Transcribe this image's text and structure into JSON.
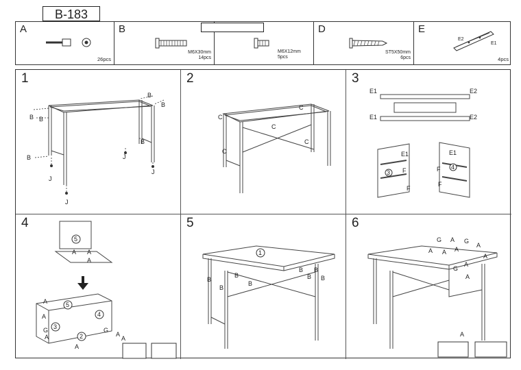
{
  "model": "B-183",
  "hardware": [
    {
      "letter": "A",
      "count": "26pcs"
    },
    {
      "letter": "B",
      "spec": "M6X30mm",
      "count": "14pcs"
    },
    {
      "letter": "",
      "spec": "M6X12mm",
      "count": "5pcs"
    },
    {
      "letter": "D",
      "spec": "ST5X50mm",
      "count": "6pcs"
    },
    {
      "letter": "E",
      "count": "4pcs",
      "sub1": "E2",
      "sub2": "E1"
    }
  ],
  "steps": [
    "1",
    "2",
    "3",
    "4",
    "5",
    "6"
  ],
  "labels": {
    "B": "B",
    "C": "C",
    "J": "J",
    "E1": "E1",
    "E2": "E2",
    "F": "F",
    "A": "A",
    "G": "G",
    "n1": "1",
    "n2": "2",
    "n3": "3",
    "n4": "4",
    "n5": "5"
  }
}
